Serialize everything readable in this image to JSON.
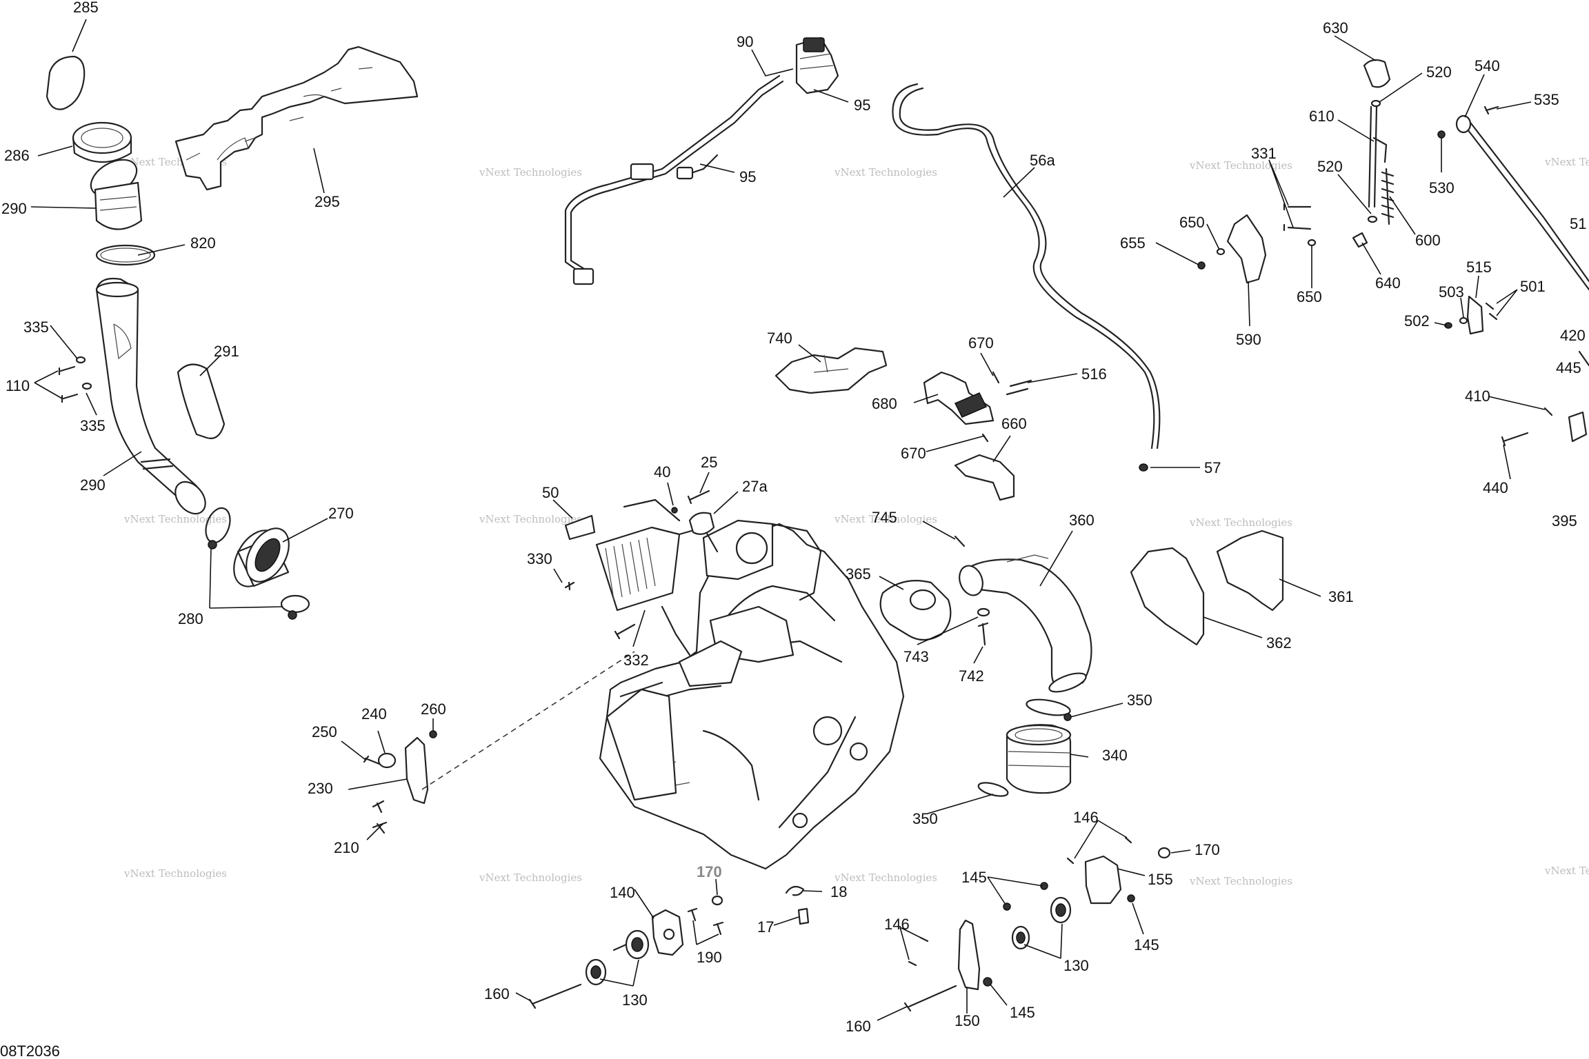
{
  "diagram": {
    "reference_code": "08T2036",
    "watermark": {
      "line1": "vNext Technologies",
      "line2": "vNext\nTechnologies"
    },
    "callouts": {
      "c285": "285",
      "c286": "286",
      "c290a": "290",
      "c295": "295",
      "c820": "820",
      "c335a": "335",
      "c110": "110",
      "c335b": "335",
      "c291": "291",
      "c290b": "290",
      "c270": "270",
      "c280": "280",
      "c90": "90",
      "c95a": "95",
      "c95b": "95",
      "c56a": "56a",
      "c57": "57",
      "c740": "740",
      "c670a": "670",
      "c516": "516",
      "c680": "680",
      "c670b": "670",
      "c660": "660",
      "c50": "50",
      "c40": "40",
      "c25": "25",
      "c27a": "27a",
      "c330": "330",
      "c332": "332",
      "c745": "745",
      "c360": "360",
      "c365": "365",
      "c743": "743",
      "c742": "742",
      "c361": "361",
      "c362": "362",
      "c350a": "350",
      "c340": "340",
      "c350b": "350",
      "c240": "240",
      "c260": "260",
      "c250": "250",
      "c230": "230",
      "c210": "210",
      "c630": "630",
      "c520a": "520",
      "c610": "610",
      "c520b": "520",
      "c600": "600",
      "c640": "640",
      "c331": "331",
      "c650a": "650",
      "c655": "655",
      "c650b": "650",
      "c590": "590",
      "c540": "540",
      "c535": "535",
      "c530": "530",
      "c51x": "51",
      "c515": "515",
      "c503": "503",
      "c501": "501",
      "c502": "502",
      "c420": "420",
      "c445": "445",
      "c410": "410",
      "c440": "440",
      "c395": "395",
      "c146a": "146",
      "c170a": "170",
      "c155": "155",
      "c145a": "145",
      "c145b": "145",
      "c130a": "130",
      "c146b": "146",
      "c160a": "160",
      "c150": "150",
      "c145c": "145",
      "c170b": "170",
      "c18": "18",
      "c17": "17",
      "c140": "140",
      "c190": "190",
      "c130b": "130",
      "c160b": "160"
    }
  }
}
